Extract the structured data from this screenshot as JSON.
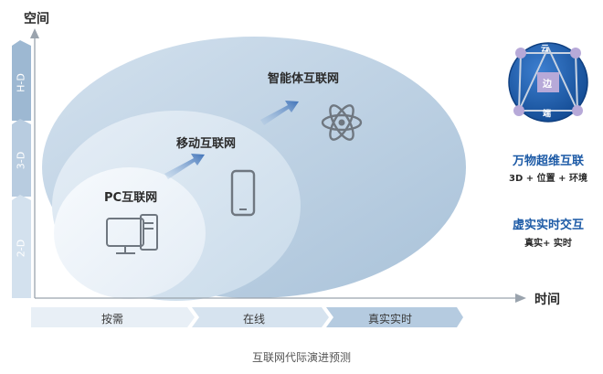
{
  "axes": {
    "y_label": "空间",
    "x_label": "时间",
    "y_levels": [
      "H-D",
      "3-D",
      "2-D"
    ],
    "x_stages": [
      "按需",
      "在线",
      "真实实时"
    ]
  },
  "eras": [
    {
      "label": "PC互联网",
      "icon": "desktop-computer-icon"
    },
    {
      "label": "移动互联网",
      "icon": "smartphone-icon"
    },
    {
      "label": "智能体互联网",
      "icon": "atom-icon"
    }
  ],
  "cloud_edge_device": {
    "cloud": "云",
    "edge": "边",
    "device": "端"
  },
  "side_info": [
    {
      "title": "万物超维互联",
      "subtitle": "3D + 位置 + 环境"
    },
    {
      "title": "虚实实时交互",
      "subtitle": "真实+ 实时"
    }
  ],
  "caption": "互联网代际演进预测",
  "colors": {
    "accent_blue": "#1c5aa6",
    "ellipse_outer": "#b9cfe3",
    "ellipse_mid": "#d6e4f0",
    "ellipse_inner": "#eef4f9",
    "band_light": "#e9f0f6",
    "band_mid": "#d5e3ef",
    "band_dark": "#b6cde0"
  }
}
